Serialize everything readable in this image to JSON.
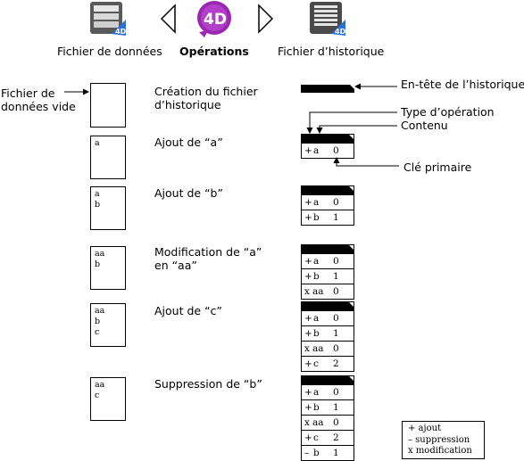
{
  "toolbar": {
    "items": [
      {
        "label": "Fichier de données"
      },
      {
        "label": "Opérations"
      },
      {
        "label": "Fichier d’historique"
      }
    ]
  },
  "callouts": {
    "empty_data_file": [
      "Fichier de",
      "données vide"
    ],
    "log_header": "En-tête de l’historique",
    "operation_type": "Type d’opération",
    "content": "Contenu",
    "primary_key": "Clé primaire"
  },
  "steps": [
    {
      "operation": [
        "Création du fichier",
        "d’historique"
      ],
      "data": [],
      "log": []
    },
    {
      "operation": [
        "Ajout de “a”"
      ],
      "data": [
        "a"
      ],
      "log": [
        [
          "+",
          "a",
          "0"
        ]
      ]
    },
    {
      "operation": [
        "Ajout de “b”"
      ],
      "data": [
        "a",
        "b"
      ],
      "log": [
        [
          "+",
          "a",
          "0"
        ],
        [
          "+",
          "b",
          "1"
        ]
      ]
    },
    {
      "operation": [
        "Modification de “a”",
        "en “aa”"
      ],
      "data": [
        "aa",
        "b"
      ],
      "log": [
        [
          "+",
          "a",
          "0"
        ],
        [
          "+",
          "b",
          "1"
        ],
        [
          "x",
          "aa",
          "0"
        ]
      ]
    },
    {
      "operation": [
        "Ajout de “c”"
      ],
      "data": [
        "aa",
        "b",
        "c"
      ],
      "log": [
        [
          "+",
          "a",
          "0"
        ],
        [
          "+",
          "b",
          "1"
        ],
        [
          "x",
          "aa",
          "0"
        ],
        [
          "+",
          "c",
          "2"
        ]
      ]
    },
    {
      "operation": [
        "Suppression de “b”"
      ],
      "data": [
        "aa",
        "c"
      ],
      "log": [
        [
          "+",
          "a",
          "0"
        ],
        [
          "+",
          "b",
          "1"
        ],
        [
          "x",
          "aa",
          "0"
        ],
        [
          "+",
          "c",
          "2"
        ],
        [
          "–",
          "b",
          "1"
        ]
      ]
    }
  ],
  "legend": [
    "+ ajout",
    "– suppression",
    "x  modification"
  ],
  "colors": {
    "accent_4d": "#9b27b0",
    "icon_dark": "#4a4a4a",
    "icon_blue": "#2a6fd6"
  }
}
